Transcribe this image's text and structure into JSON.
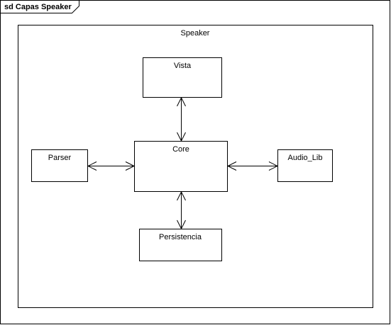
{
  "frame": {
    "label": "sd Capas Speaker"
  },
  "package": {
    "label": "Speaker"
  },
  "components": {
    "vista": "Vista",
    "parser": "Parser",
    "core": "Core",
    "audio_lib": "Audio_Lib",
    "persistencia": "Persistencia"
  },
  "connections": [
    {
      "from": "Vista",
      "to": "Core",
      "type": "bidirectional"
    },
    {
      "from": "Parser",
      "to": "Core",
      "type": "bidirectional"
    },
    {
      "from": "Core",
      "to": "Audio_Lib",
      "type": "bidirectional"
    },
    {
      "from": "Core",
      "to": "Persistencia",
      "type": "bidirectional"
    }
  ]
}
